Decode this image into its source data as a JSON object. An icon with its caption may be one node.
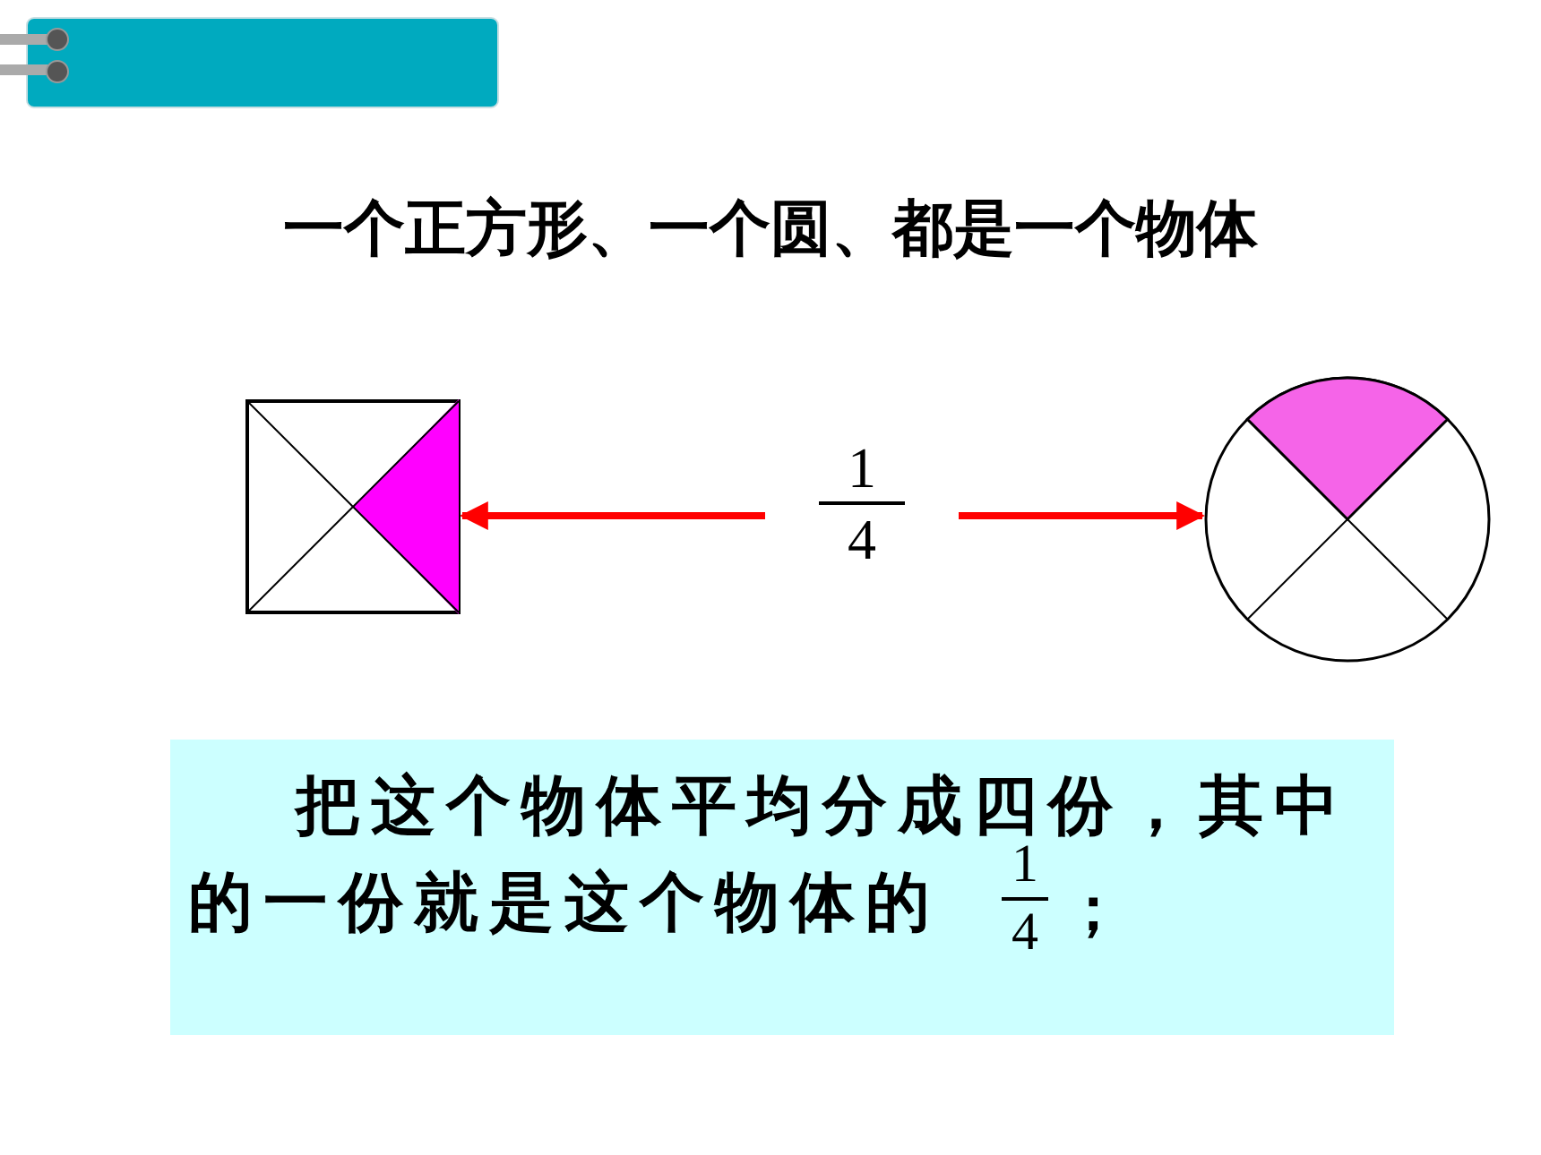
{
  "diagram": {
    "title": "一个正方形、一个圆、都是一个物体",
    "nodes": [
      {
        "text": [],
        "shape": "box"
      },
      {
        "text": [
          "1",
          "4"
        ]
      },
      {
        "text": [],
        "shape": "circle"
      },
      {
        "text": [
          "把这个物体平均分成四份，其中的一份就是这个物体的",
          "1",
          "4",
          "；"
        ]
      }
    ],
    "edges": [
      {
        "from": 1,
        "to": 0,
        "arrow": "to",
        "color": "#ff0000"
      },
      {
        "from": 1,
        "to": 2,
        "arrow": "to",
        "color": "#ff0000"
      }
    ]
  }
}
